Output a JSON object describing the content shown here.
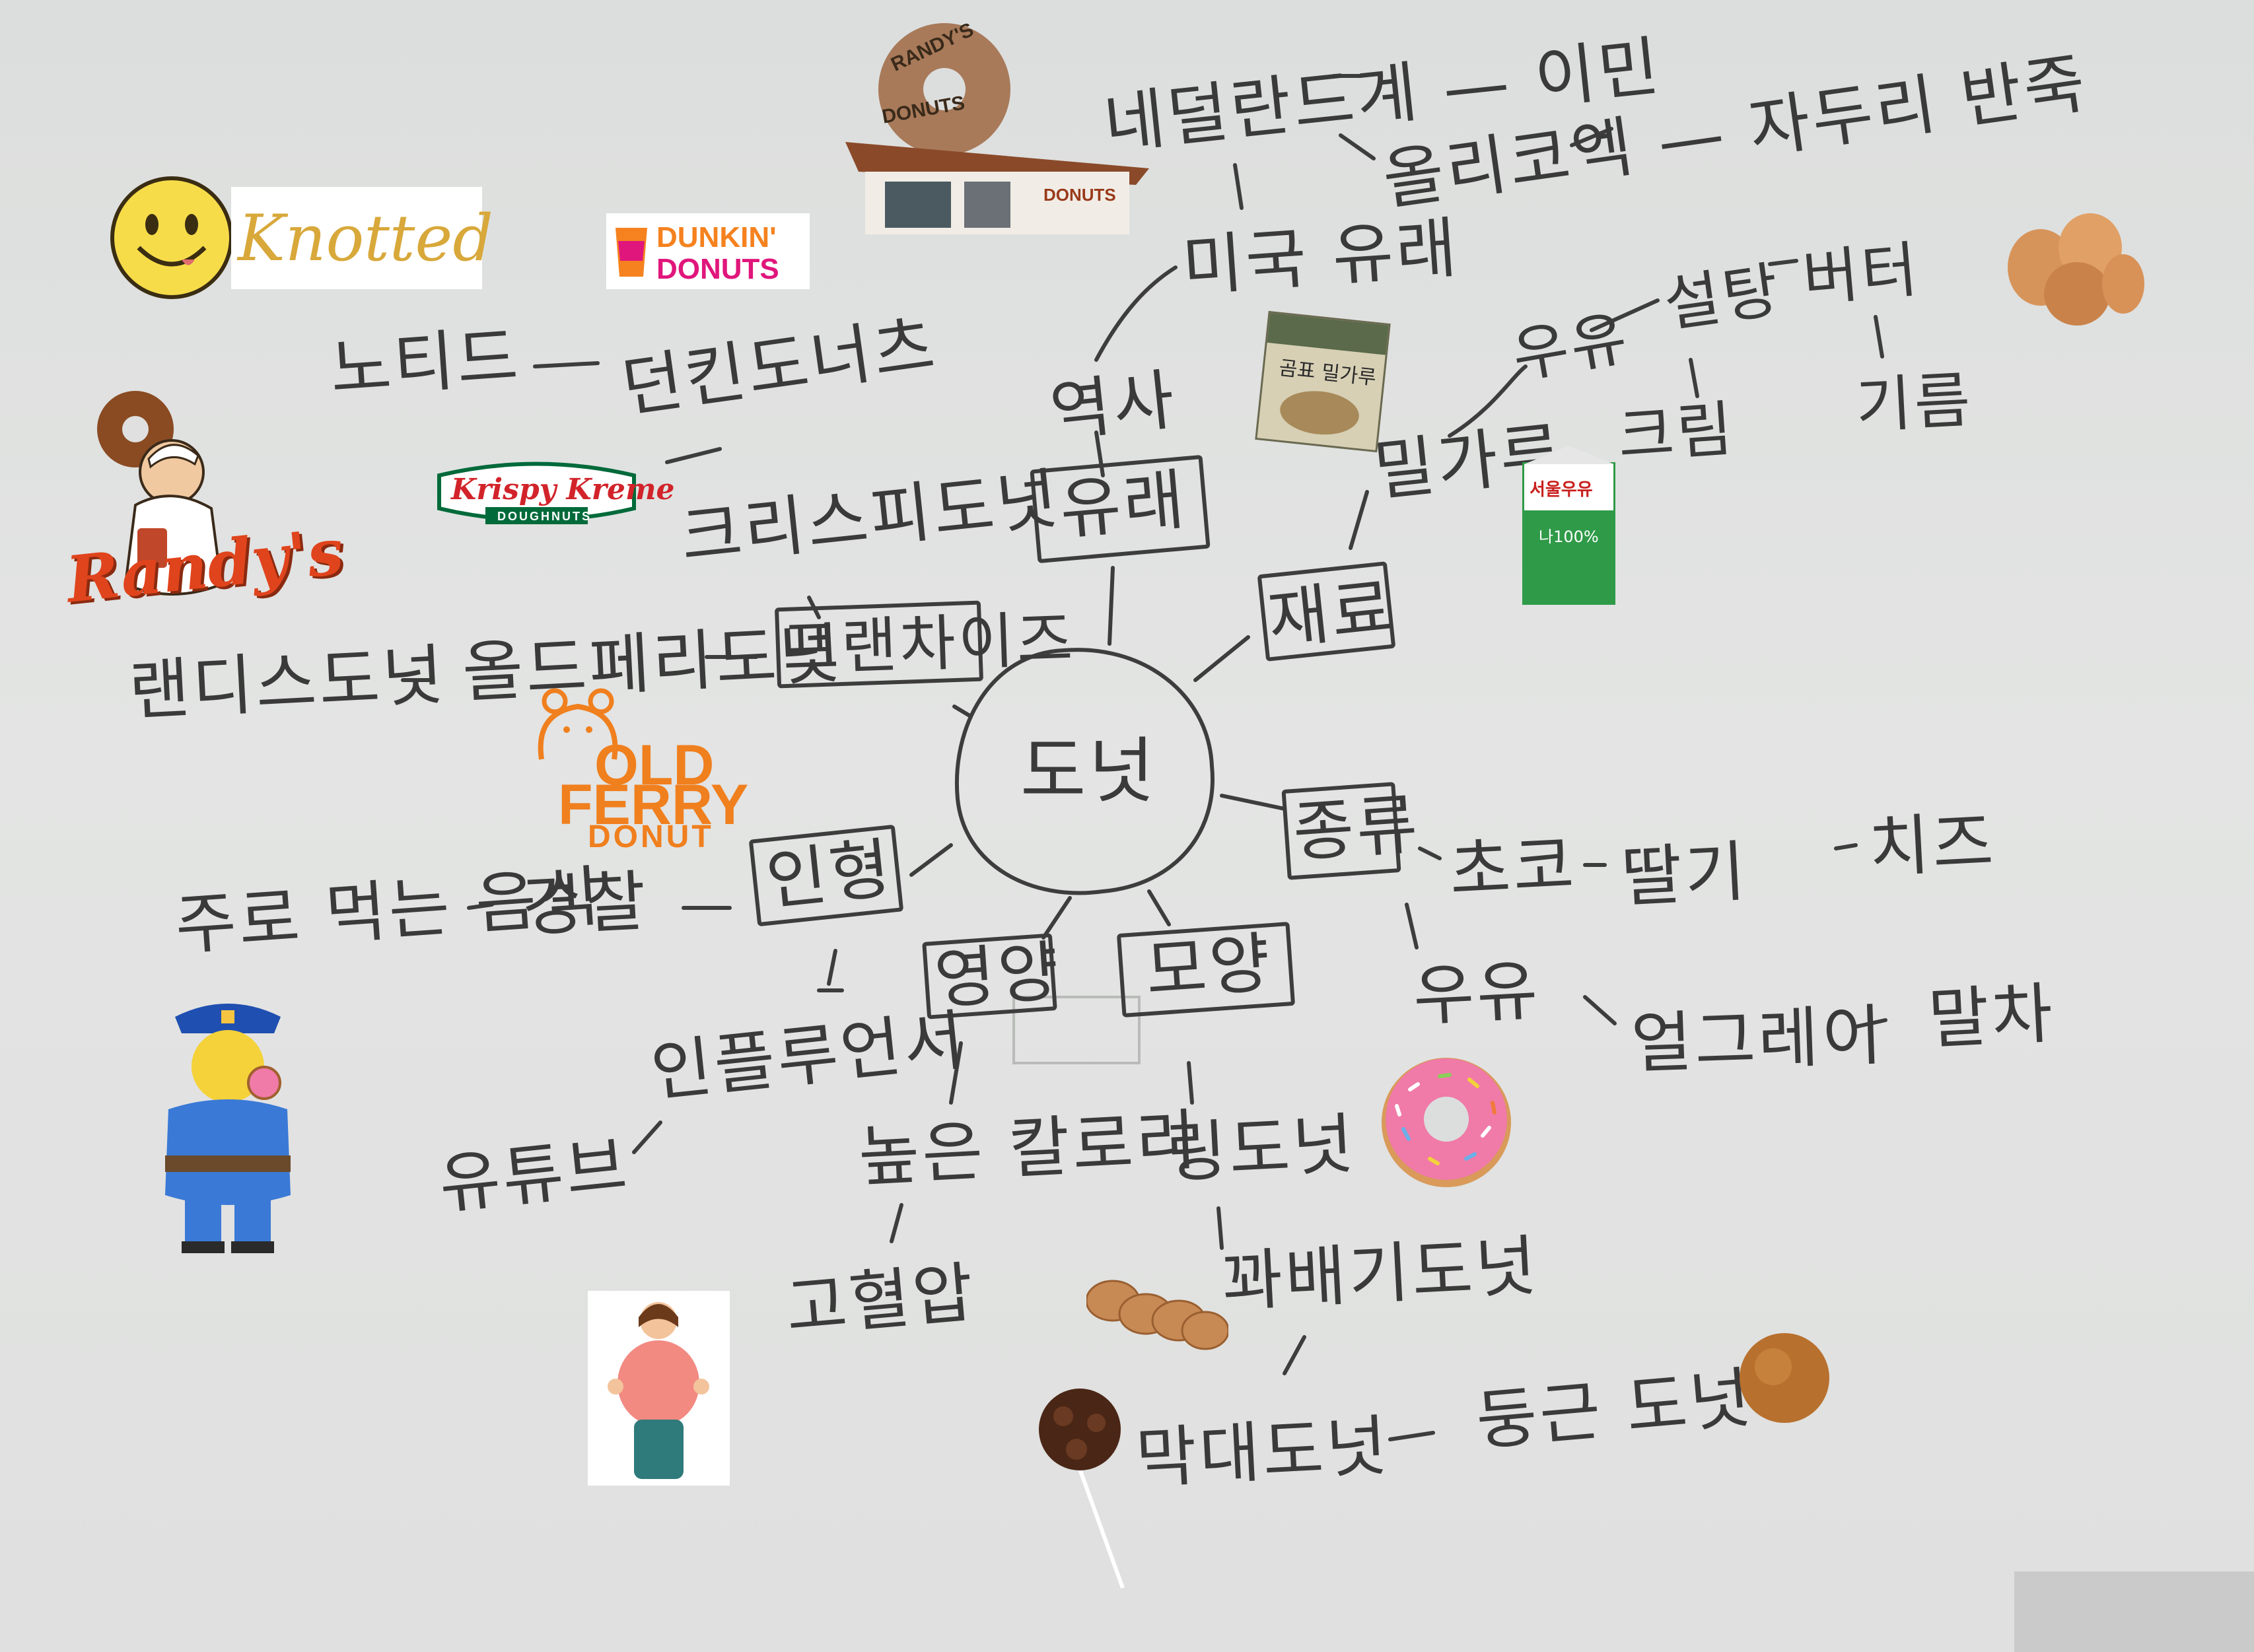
{
  "center": {
    "label": "도넛"
  },
  "branches": {
    "origin": {
      "label": "유래"
    },
    "ingredients": {
      "label": "재료"
    },
    "types": {
      "label": "종류"
    },
    "shape": {
      "label": "모양"
    },
    "nutrition": {
      "label": "영양"
    },
    "image": {
      "label": "인형"
    },
    "franchise": {
      "label": "프랜차이즈"
    }
  },
  "nodes": {
    "history": "역사",
    "american_origin": "미국 유래",
    "netherlands": "네덜란드계 — 이민",
    "olykoek": "올리코엑 — 자두리 반죽",
    "flour": "밀가루",
    "milk": "우유",
    "sugar": "설탕",
    "butter": "버터",
    "cream": "크림",
    "oil": "기름",
    "choco": "초코",
    "strawberry": "딸기",
    "cheese": "치즈",
    "milk_type": "우유",
    "earl_grey": "얼그레이",
    "matcha": "말차",
    "ring_donut": "링도넛",
    "twist_donut": "꽈배기도넛",
    "stick_donut": "막대도넛",
    "round_donut": "둥근 도넛",
    "high_calorie": "높은 칼로리",
    "high_bp": "고혈압",
    "influencer": "인플루언서",
    "youtube": "유튜브",
    "police": "경찰",
    "favorite_food": "주로 먹는 음식",
    "krispy": "크리스피도넛",
    "dunkin": "던킨도너츠",
    "knotted": "노티드",
    "old_ferry": "올드페리도넛",
    "randys": "랜디스도넛"
  },
  "logos": {
    "knotted": "Knotted",
    "dunkin_top": "DUNKIN'",
    "dunkin_bottom": "DONUTS",
    "krispy_top": "Krispy Kreme",
    "krispy_bottom": "DOUGHNUTS",
    "randys": "Randy's",
    "old_ferry_1": "OLD",
    "old_ferry_2": "FERRY",
    "old_ferry_3": "DONUT",
    "randys_sign_top": "RANDY'S",
    "randys_sign_bottom": "DONUTS",
    "randys_shop": "DONUTS",
    "flour_bag": "곰표 밀가루",
    "milk_carton": "서울우유",
    "milk_carton_sub": "나100%"
  },
  "colors": {
    "ink": "#3a3a3a",
    "paper": "#dfe0df",
    "dunkin_orange": "#f5821f",
    "dunkin_pink": "#e0167c",
    "krispy_green": "#006a3a",
    "krispy_red": "#d2232a",
    "old_ferry_orange": "#f07f1e",
    "randys_red": "#e0441c",
    "milk_green": "#2f9a48",
    "donut_pink": "#f07aa8"
  }
}
